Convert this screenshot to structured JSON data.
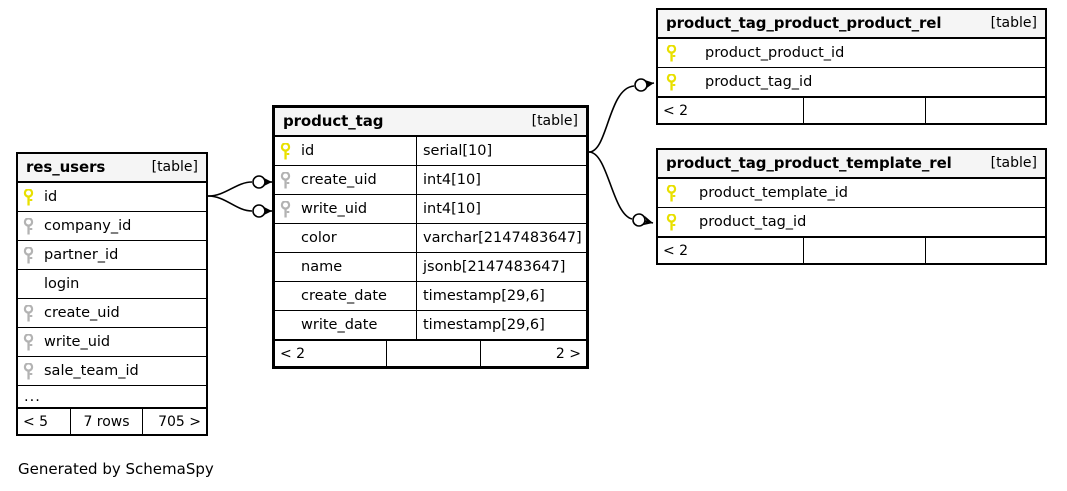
{
  "diagram": {
    "caption": "Generated by SchemaSpy",
    "table_kind_label": "[table]",
    "ellipsis": "...",
    "colors": {
      "primary_key": "#e8e000",
      "foreign_key": "#b3b3b3",
      "border": "#000000",
      "header_bg": "#f5f5f5",
      "page_bg": "#ffffff"
    }
  },
  "tables": {
    "res_users": {
      "name": "res_users",
      "kind": "[table]",
      "columns": [
        {
          "key": "primary",
          "name": "id"
        },
        {
          "key": "foreign",
          "name": "company_id"
        },
        {
          "key": "foreign",
          "name": "partner_id"
        },
        {
          "key": "none",
          "name": "login"
        },
        {
          "key": "foreign",
          "name": "create_uid"
        },
        {
          "key": "foreign",
          "name": "write_uid"
        },
        {
          "key": "foreign",
          "name": "sale_team_id"
        }
      ],
      "has_ellipsis": true,
      "footer": [
        {
          "text": "< 5",
          "align": "left"
        },
        {
          "text": "7 rows",
          "align": "center"
        },
        {
          "text": "705 >",
          "align": "right"
        }
      ]
    },
    "product_tag": {
      "name": "product_tag",
      "kind": "[table]",
      "columns": [
        {
          "key": "primary",
          "name": "id",
          "type": "serial[10]"
        },
        {
          "key": "foreign",
          "name": "create_uid",
          "type": "int4[10]"
        },
        {
          "key": "foreign",
          "name": "write_uid",
          "type": "int4[10]"
        },
        {
          "key": "none",
          "name": "color",
          "type": "varchar[2147483647]"
        },
        {
          "key": "none",
          "name": "name",
          "type": "jsonb[2147483647]"
        },
        {
          "key": "none",
          "name": "create_date",
          "type": "timestamp[29,6]"
        },
        {
          "key": "none",
          "name": "write_date",
          "type": "timestamp[29,6]"
        }
      ],
      "has_ellipsis": false,
      "footer": [
        {
          "text": "< 2",
          "align": "left"
        },
        {
          "text": "",
          "align": "center"
        },
        {
          "text": "2 >",
          "align": "right"
        }
      ]
    },
    "product_tag_product_product_rel": {
      "name": "product_tag_product_product_rel",
      "kind": "[table]",
      "columns": [
        {
          "key": "primary",
          "name": "product_product_id"
        },
        {
          "key": "primary",
          "name": "product_tag_id"
        }
      ],
      "has_ellipsis": false,
      "footer": [
        {
          "text": "< 2",
          "align": "left"
        },
        {
          "text": "",
          "align": "center"
        },
        {
          "text": "",
          "align": "right"
        }
      ]
    },
    "product_tag_product_template_rel": {
      "name": "product_tag_product_template_rel",
      "kind": "[table]",
      "columns": [
        {
          "key": "primary",
          "name": "product_template_id"
        },
        {
          "key": "primary",
          "name": "product_tag_id"
        }
      ],
      "has_ellipsis": false,
      "footer": [
        {
          "text": "< 2",
          "align": "left"
        },
        {
          "text": "",
          "align": "center"
        },
        {
          "text": "",
          "align": "right"
        }
      ]
    }
  },
  "relationships": [
    {
      "from": "res_users.id",
      "to": "product_tag.create_uid"
    },
    {
      "from": "res_users.id",
      "to": "product_tag.write_uid"
    },
    {
      "from": "product_tag.id",
      "to": "product_tag_product_product_rel.product_tag_id"
    },
    {
      "from": "product_tag.id",
      "to": "product_tag_product_template_rel.product_tag_id"
    }
  ]
}
